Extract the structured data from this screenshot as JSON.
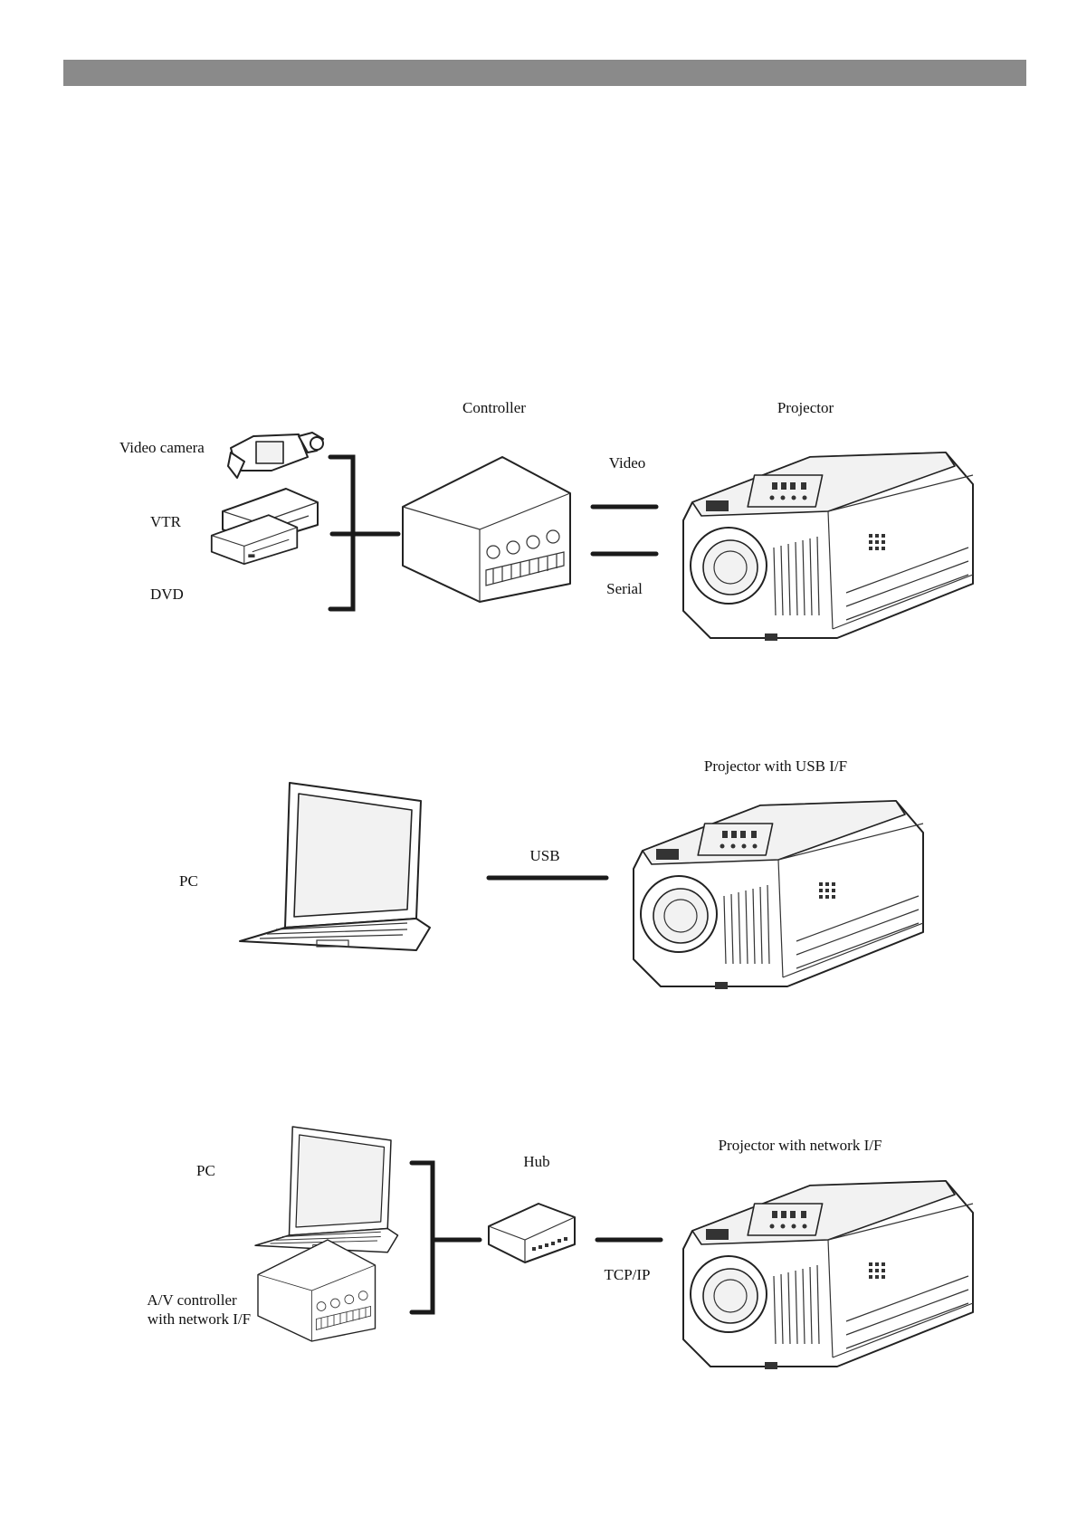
{
  "diagram1": {
    "video_camera": "Video camera",
    "vtr": "VTR",
    "dvd": "DVD",
    "controller": "Controller",
    "projector": "Projector",
    "video": "Video",
    "serial": "Serial"
  },
  "diagram2": {
    "pc": "PC",
    "usb": "USB",
    "projector": "Projector with USB I/F"
  },
  "diagram3": {
    "pc": "PC",
    "av_controller_line1": "A/V controller",
    "av_controller_line2": "with network I/F",
    "hub": "Hub",
    "tcpip": "TCP/IP",
    "projector": "Projector with network I/F"
  },
  "colors": {
    "header_bar": "#8a8a8a",
    "line": "#1a1a1a"
  }
}
